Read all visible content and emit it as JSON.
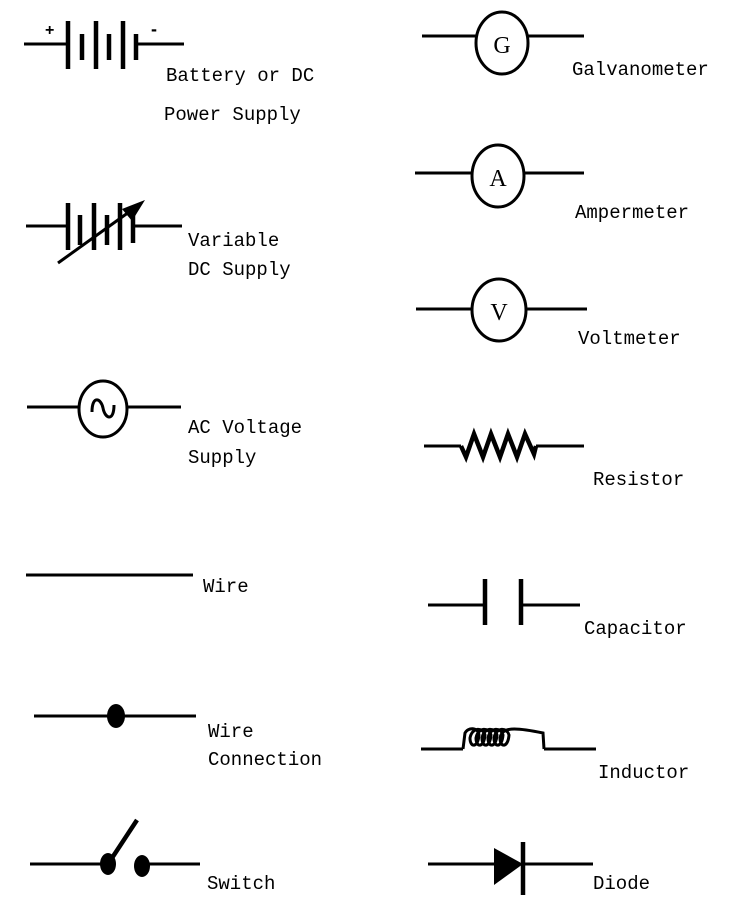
{
  "title": "Electrical circuit symbols",
  "symbols": {
    "battery": {
      "label_line1": "Battery or DC",
      "label_line2": "Power Supply",
      "plus": "+",
      "minus": "-"
    },
    "variable_dc": {
      "label_line1": "Variable",
      "label_line2": "DC Supply"
    },
    "ac_supply": {
      "label_line1": "AC Voltage",
      "label_line2": "Supply"
    },
    "wire": {
      "label": "Wire"
    },
    "wire_connection": {
      "label_line1": "Wire",
      "label_line2": "Connection"
    },
    "switch": {
      "label": "Switch"
    },
    "galvanometer": {
      "label": "Galvanometer",
      "letter": "G"
    },
    "ammeter": {
      "label": "Ampermeter",
      "letter": "A"
    },
    "voltmeter": {
      "label": "Voltmeter",
      "letter": "V"
    },
    "resistor": {
      "label": "Resistor"
    },
    "capacitor": {
      "label": "Capacitor"
    },
    "inductor": {
      "label": "Inductor"
    },
    "diode": {
      "label": "Diode"
    }
  }
}
